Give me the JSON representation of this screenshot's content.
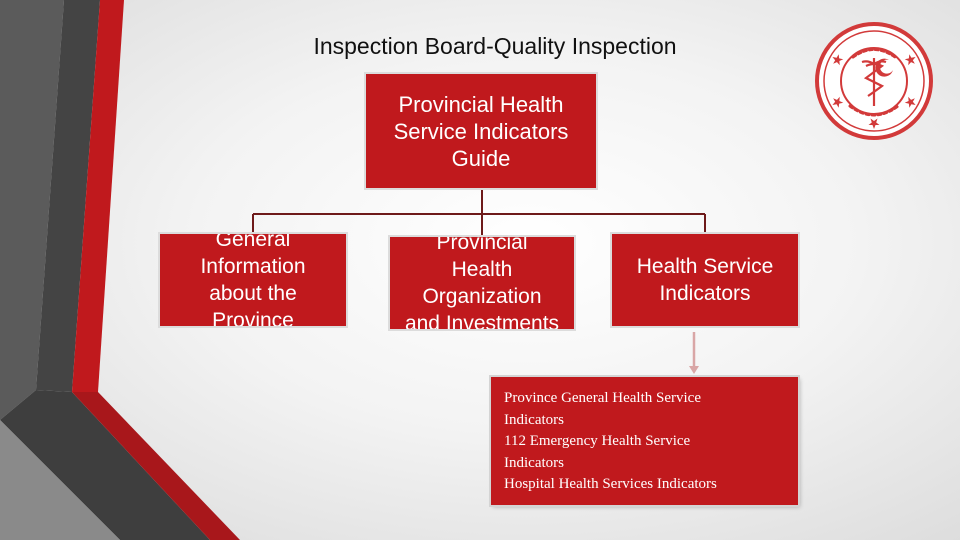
{
  "title": "Inspection Board-Quality Inspection",
  "colors": {
    "box_fill": "#c0191d",
    "box_text": "#ffffff",
    "accent_dark": "#3a3a3a",
    "accent_red": "#c0191d"
  },
  "root_box": {
    "lines": [
      "Provincial Health",
      "Service Indicators",
      "Guide"
    ]
  },
  "children": [
    {
      "lines": [
        "General",
        "Information",
        "about the",
        "Province"
      ]
    },
    {
      "lines": [
        "Provincial",
        "Health",
        "Organization",
        "and Investments"
      ]
    },
    {
      "lines": [
        "Health Service",
        "Indicators"
      ]
    }
  ],
  "detail_box": {
    "lines": [
      "Province General Health Service",
      "Indicators",
      "112 Emergency Health Service",
      "Indicators",
      "Hospital Health Services Indicators"
    ]
  },
  "logo": {
    "icon": "ministry-seal-icon"
  }
}
